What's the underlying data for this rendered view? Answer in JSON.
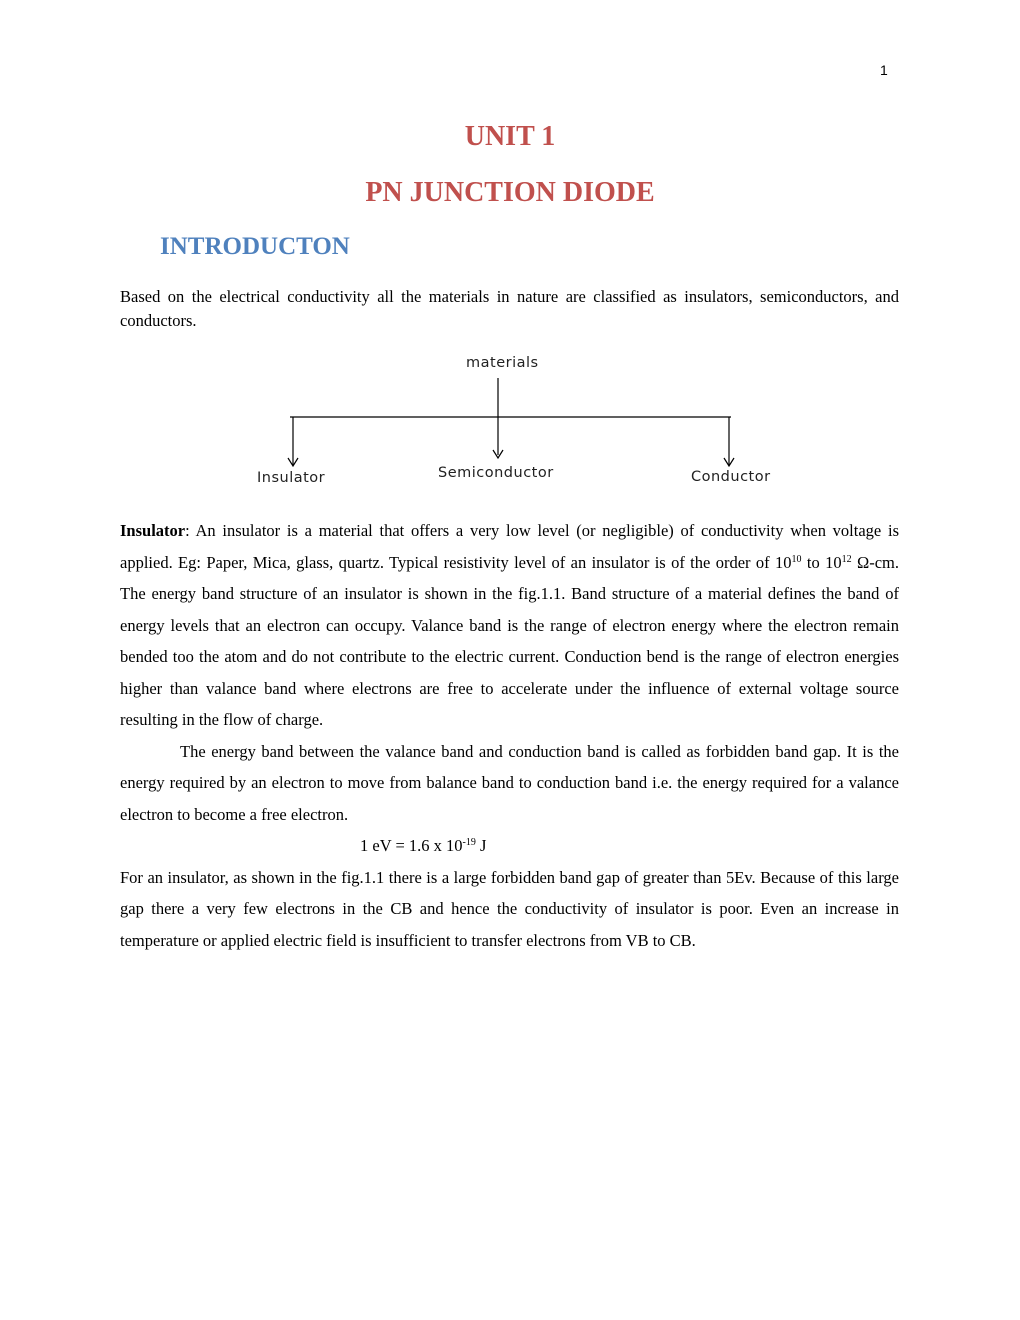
{
  "page_number": "1",
  "header": {
    "unit": "UNIT 1",
    "chapter": "PN JUNCTION DIODE",
    "section": "INTRODUCTON"
  },
  "intro_paragraph": "Based on the electrical conductivity all the materials in nature are classified as insulators, semiconductors, and conductors.",
  "diagram": {
    "root": "materials",
    "children": [
      "Insulator",
      "Semiconductor",
      "Conductor"
    ]
  },
  "insulator_section": {
    "term": "Insulator",
    "p1_a": ": An insulator is a material that offers a very low level (or negligible) of conductivity when voltage is applied. Eg: Paper, Mica, glass, quartz. Typical resistivity level of an insulator is of the order of 10",
    "exp1": "10",
    "p1_b": " to 10",
    "exp2": "12",
    "p1_c": " Ω-cm. The energy band structure of an insulator is shown in the fig.1.1. Band structure of a material defines the band of energy levels that an electron can occupy. Valance band is the range of electron energy where the electron remain bended too the atom and do not contribute to the electric current. Conduction bend is the range of electron energies higher than valance band where electrons are free to accelerate under the influence of external voltage source resulting in the flow of charge.",
    "p2": "The energy band between the valance band and conduction band is called as forbidden band gap. It is the energy required by an electron to move from balance band to conduction band i.e. the energy required for a valance electron to become a free electron.",
    "formula_a": "1 eV = 1.6 x 10",
    "formula_exp": "-19",
    "formula_b": " J",
    "p3": "For an insulator, as shown in the fig.1.1 there is a large forbidden band gap of greater than 5Ev. Because of this large gap there a very few electrons in the CB and hence the conductivity of insulator is poor. Even an increase in temperature or applied electric field is insufficient to transfer electrons from VB to CB."
  },
  "colors": {
    "title": "#c0504d",
    "section_heading": "#4f81bd"
  }
}
